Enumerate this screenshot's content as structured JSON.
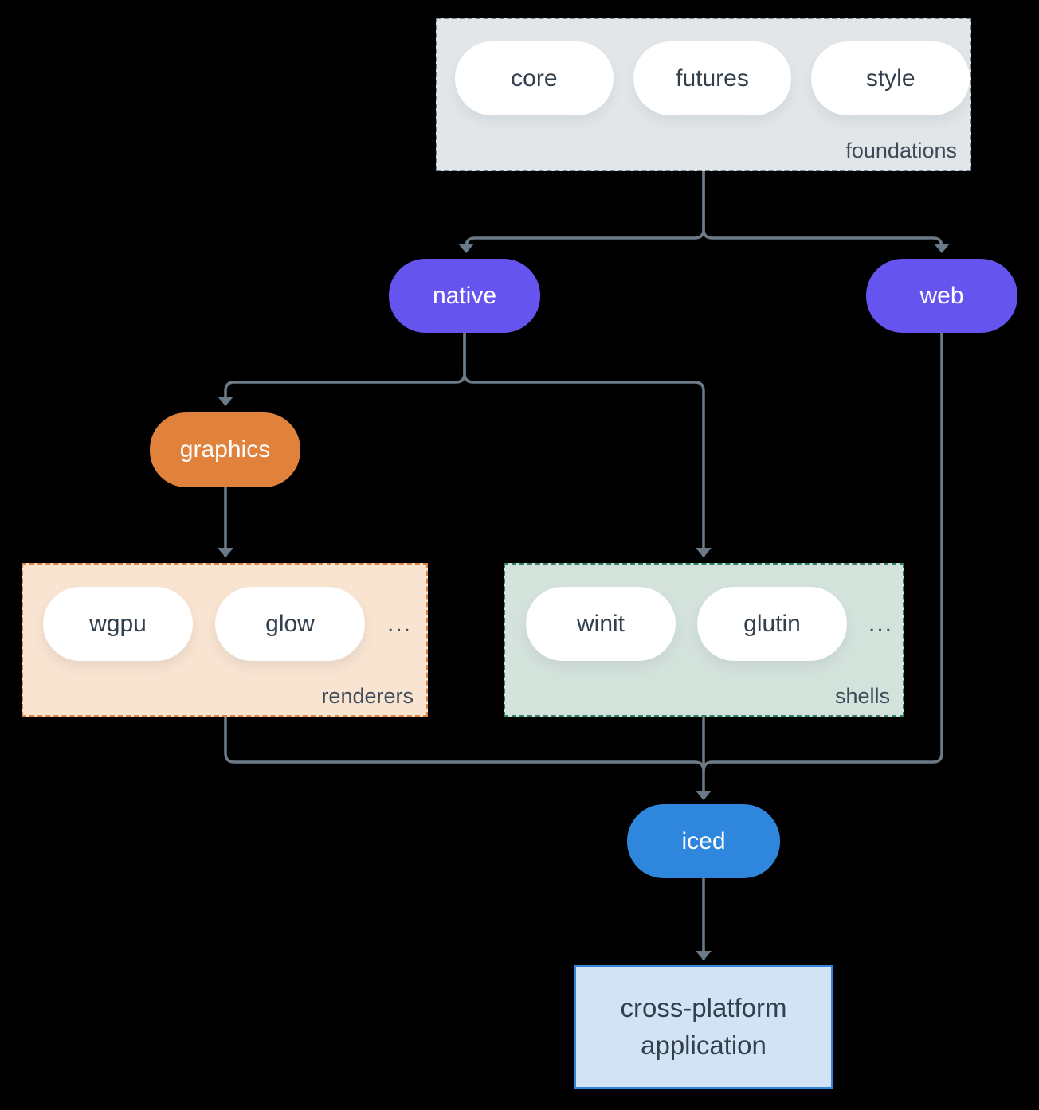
{
  "diagram": {
    "foundations": {
      "label": "foundations",
      "pills": [
        {
          "label": "core"
        },
        {
          "label": "futures"
        },
        {
          "label": "style"
        }
      ]
    },
    "native": {
      "label": "native"
    },
    "web": {
      "label": "web"
    },
    "graphics": {
      "label": "graphics"
    },
    "renderers": {
      "label": "renderers",
      "pills": [
        {
          "label": "wgpu"
        },
        {
          "label": "glow"
        }
      ],
      "more": "..."
    },
    "shells": {
      "label": "shells",
      "pills": [
        {
          "label": "winit"
        },
        {
          "label": "glutin"
        }
      ],
      "more": "..."
    },
    "iced": {
      "label": "iced"
    },
    "application": {
      "line1": "cross-platform",
      "line2": "application"
    }
  },
  "colors": {
    "background": "#000000",
    "connector": "#6b7a88",
    "node_purple": "#6554ee",
    "node_orange": "#e0813c",
    "node_blue": "#2e87dc",
    "pill_white": "#ffffff",
    "pill_text": "#32404d",
    "label_text": "#3d4b59",
    "foundations_fill": "#e2e6e9",
    "foundations_border": "#7b8a97",
    "renderers_fill": "#f9e3d1",
    "renderers_border": "#e0813c",
    "shells_fill": "#d4e2dc",
    "shells_border": "#2e7d6e",
    "app_fill": "#d3e3f6",
    "app_border": "#3485d9"
  }
}
